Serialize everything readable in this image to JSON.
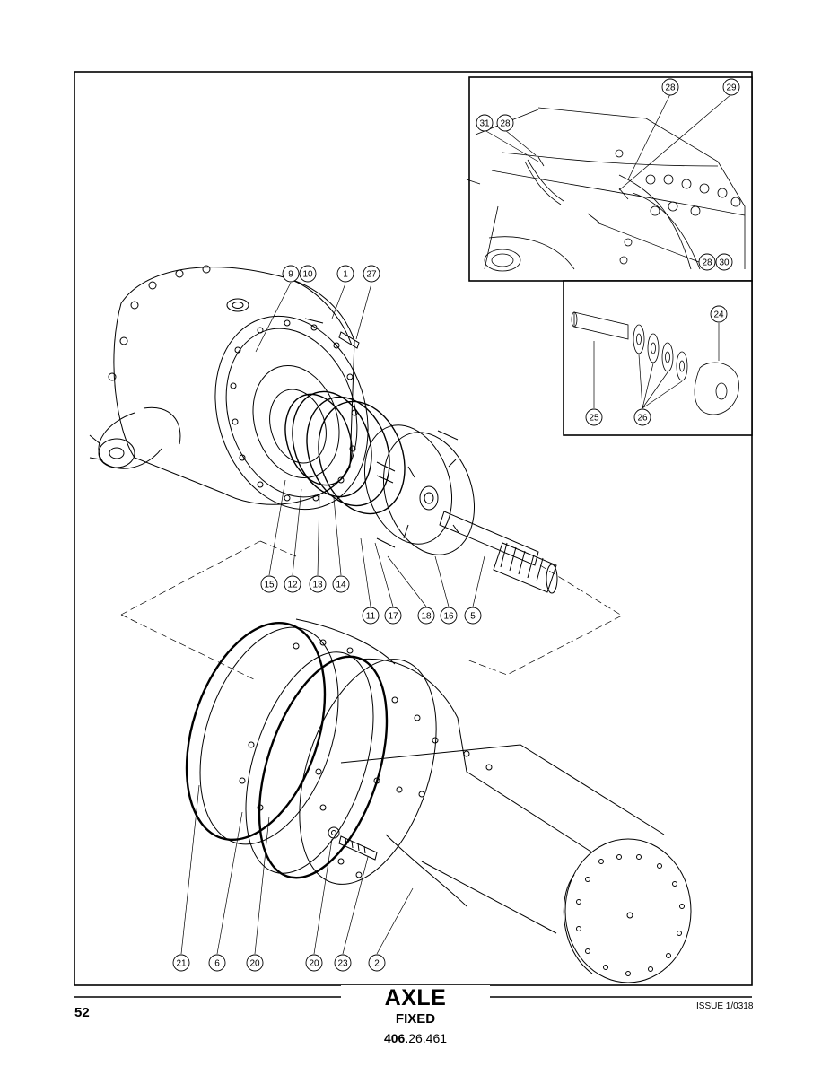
{
  "footer": {
    "page_number": "52",
    "title": "AXLE",
    "subtitle": "FIXED",
    "part_prefix": "406",
    "part_suffix": ".26.461",
    "issue": "ISSUE 1/0318"
  },
  "callouts": {
    "main": [
      "9",
      "10",
      "1",
      "27",
      "15",
      "12",
      "13",
      "14",
      "11",
      "17",
      "18",
      "16",
      "5",
      "21",
      "6",
      "20",
      "20",
      "23",
      "2"
    ],
    "inset_top": [
      "28",
      "29",
      "31",
      "28",
      "28",
      "30"
    ],
    "inset_bottom": [
      "24",
      "25",
      "26"
    ]
  }
}
